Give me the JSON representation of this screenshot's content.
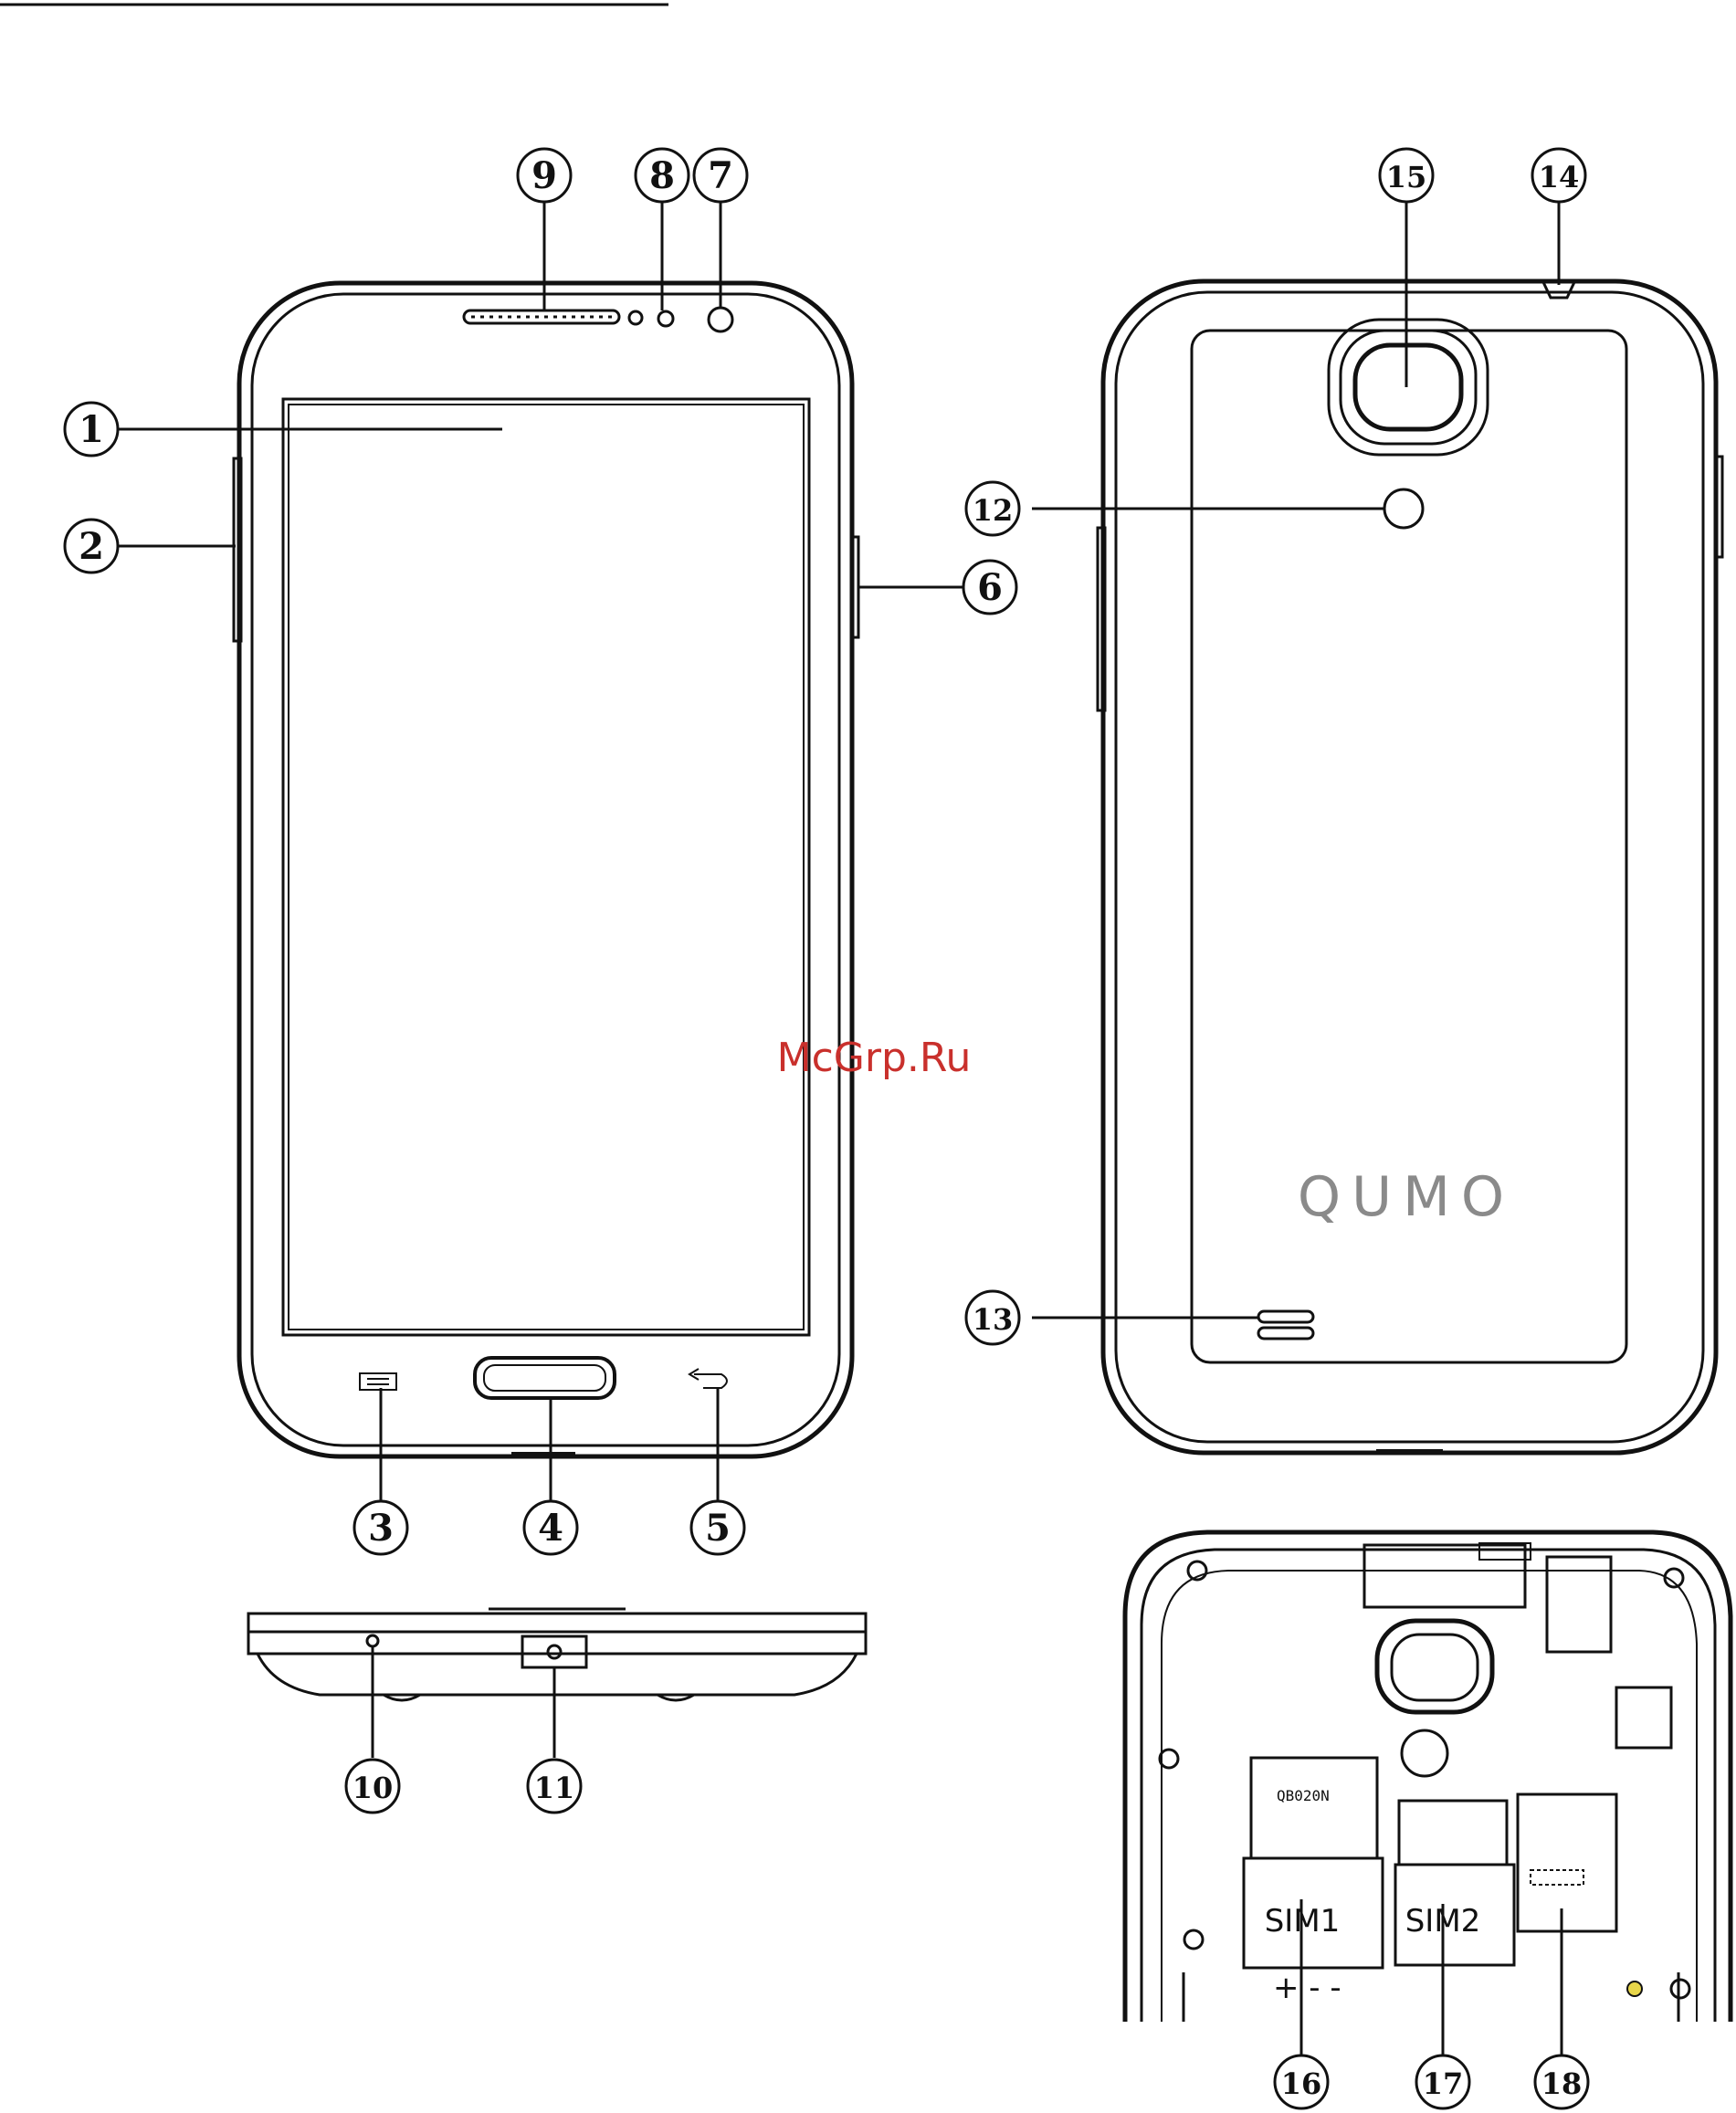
{
  "watermark": "McGrp.Ru",
  "brand_logo": "QUMO",
  "sim_labels": {
    "sim1": "SIM1",
    "sim2": "SIM2"
  },
  "polarity_marks": "+ - -",
  "chip_label": "QB020N",
  "callouts": [
    "1",
    "2",
    "3",
    "4",
    "5",
    "6",
    "7",
    "8",
    "9",
    "10",
    "11",
    "12",
    "13",
    "14",
    "15",
    "16",
    "17",
    "18"
  ]
}
